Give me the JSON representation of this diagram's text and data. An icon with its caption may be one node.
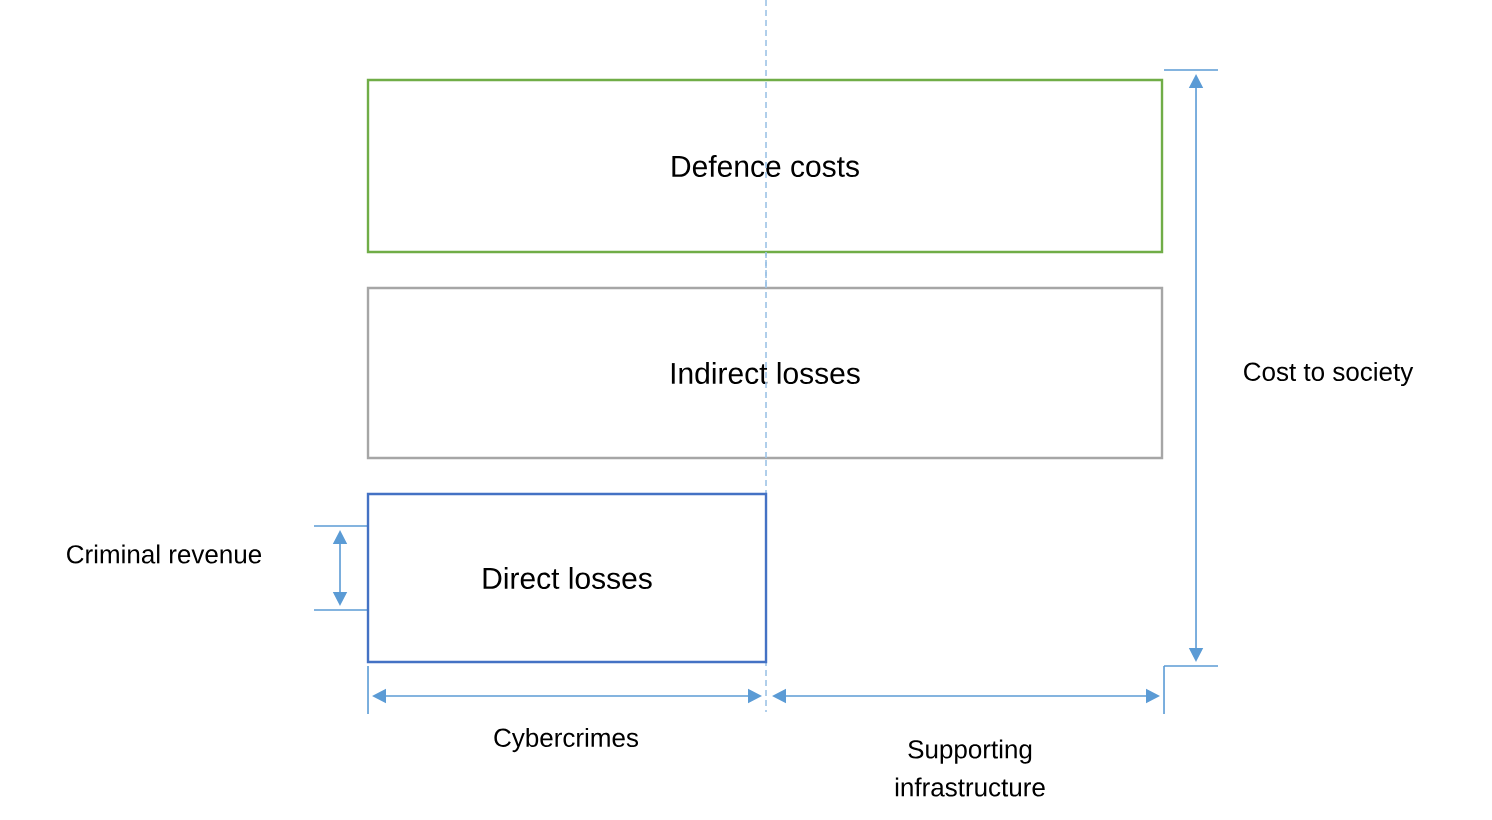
{
  "diagram": {
    "nodes": [
      {
        "text": [
          "Defence costs"
        ]
      },
      {
        "text": [
          "Indirect losses"
        ]
      },
      {
        "text": [
          "Direct losses"
        ]
      }
    ],
    "labels": [
      "Criminal revenue",
      "Cost to society",
      "Cybercrimes",
      "Supporting infrastructure"
    ]
  }
}
